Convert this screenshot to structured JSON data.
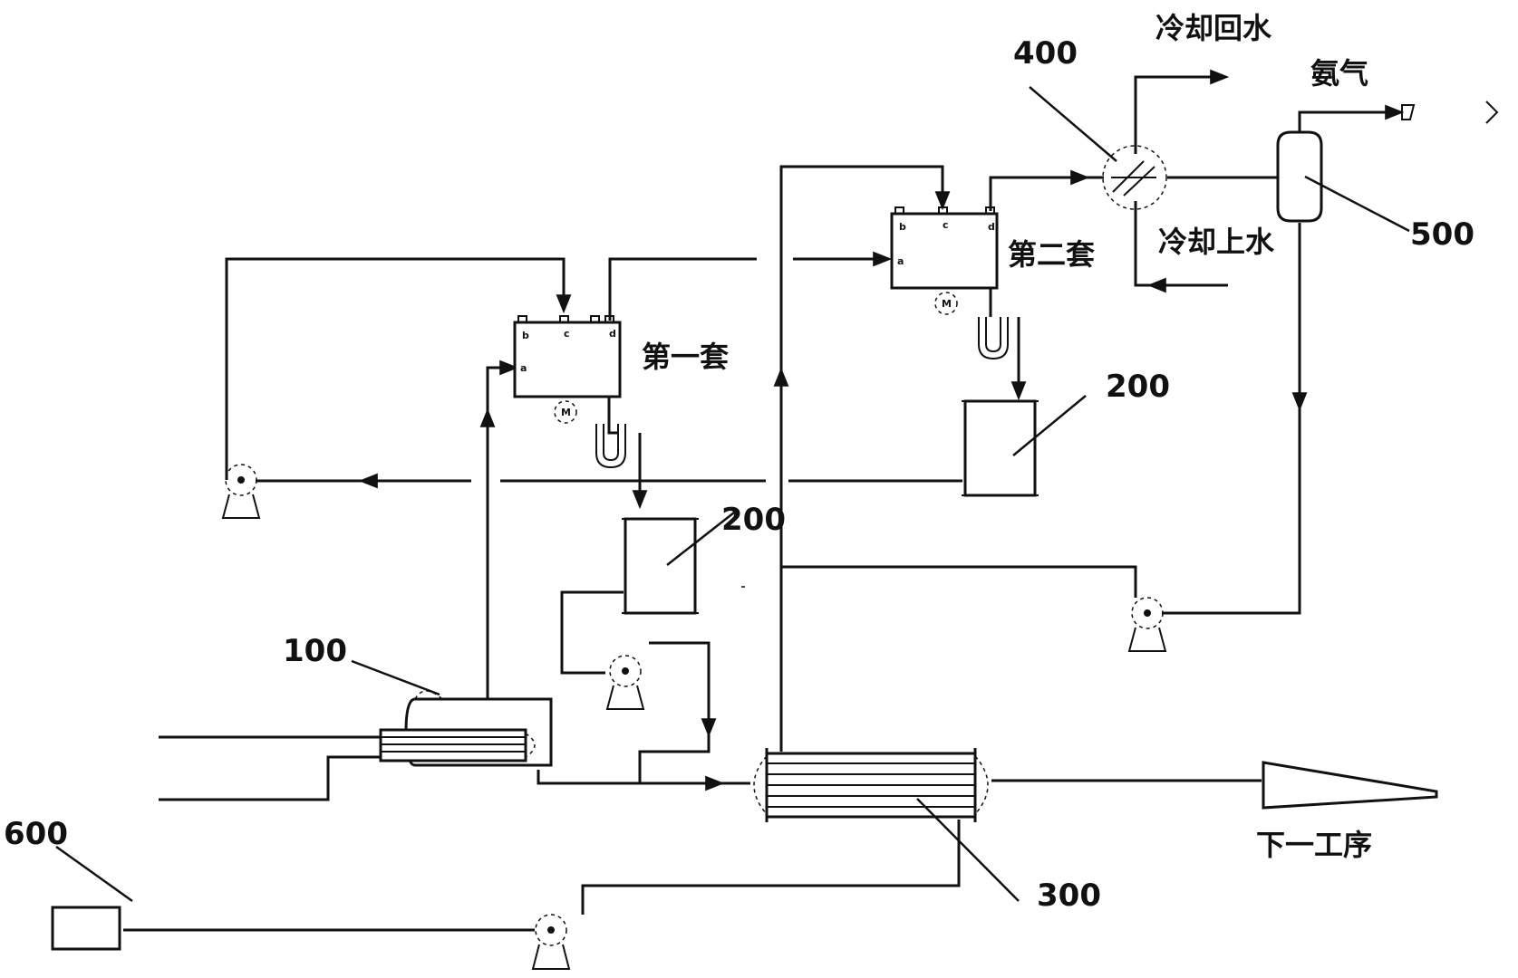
{
  "labels": {
    "label_400": "400",
    "label_500": "500",
    "label_200_a": "200",
    "label_200_b": "200",
    "label_100": "100",
    "label_300": "300",
    "label_600": "600",
    "first_set": "第一套",
    "second_set": "第二套",
    "cooling_return": "冷却回水",
    "cooling_supply": "冷却上水",
    "ammonia_gas": "氨气",
    "next_process": "下一工序"
  },
  "ports": {
    "a": "a",
    "b": "b",
    "c": "c",
    "d": "d",
    "m": "M"
  },
  "colors": {
    "line": "#111111",
    "background": "#ffffff"
  }
}
